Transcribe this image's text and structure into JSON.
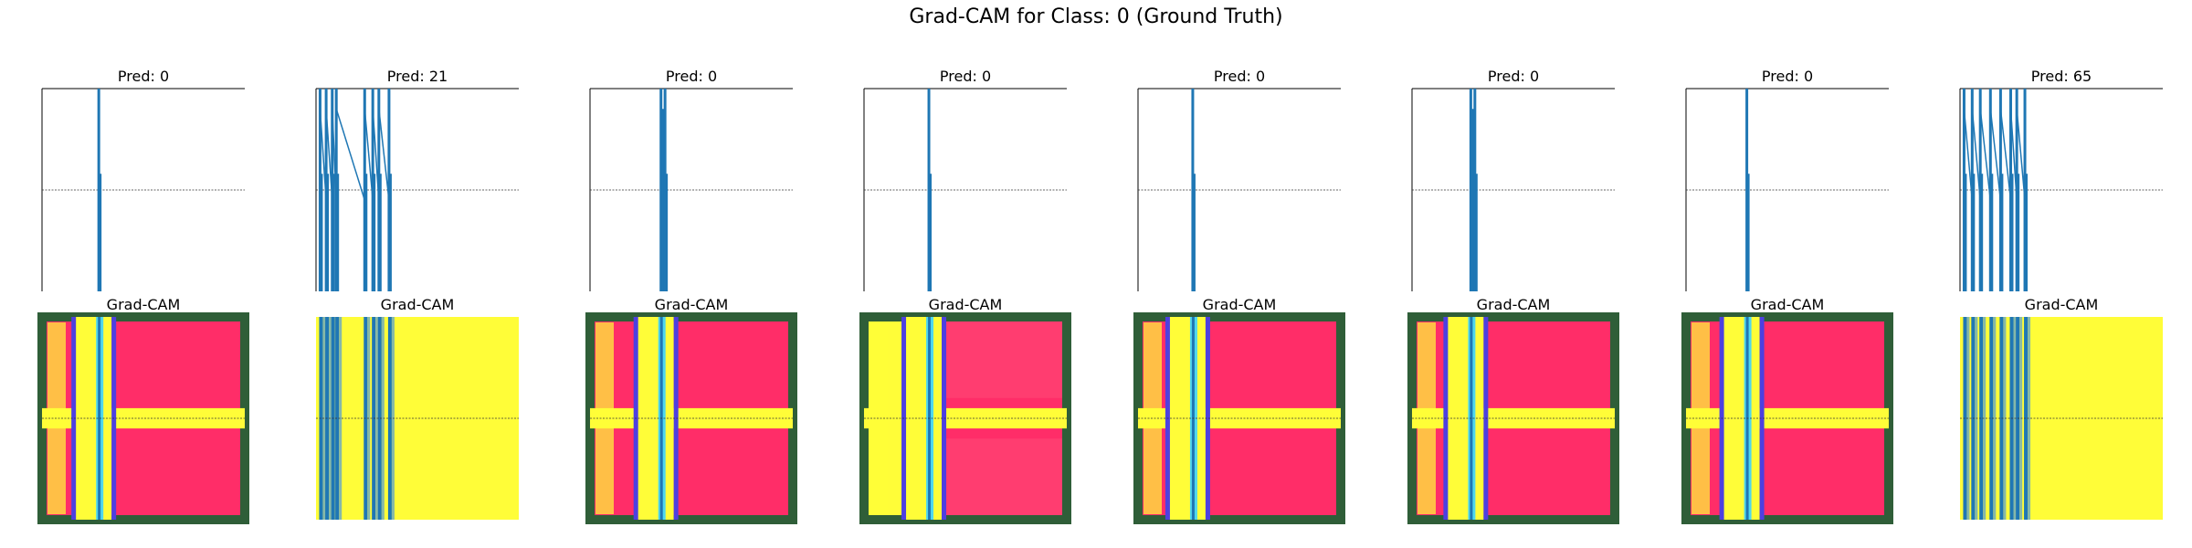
{
  "figure_title": "Grad-CAM for Class: 0 (Ground Truth)",
  "colors": {
    "signal": "#1f77b4",
    "cam_base": "#ff2d68",
    "cam_hot": "#fffd38",
    "cam_edge": "#2f5e38",
    "cam_mid": "#4d40e0",
    "cam_cyan": "#4fd7ee"
  },
  "chart_data": [
    {
      "type": "line",
      "title": "Pred: 0",
      "cam_title": "Grad-CAM",
      "vlines": [
        0.28
      ],
      "hline": 0.5,
      "variant": "red"
    },
    {
      "type": "line",
      "title": "Pred: 21",
      "cam_title": "Grad-CAM",
      "vlines": [
        0.02,
        0.05,
        0.08,
        0.1,
        0.24,
        0.28,
        0.31,
        0.36
      ],
      "hline": 0.5,
      "variant": "yellow"
    },
    {
      "type": "line",
      "title": "Pred: 0",
      "cam_title": "Grad-CAM",
      "vlines": [
        0.35,
        0.36,
        0.37
      ],
      "hline": 0.5,
      "variant": "red"
    },
    {
      "type": "line",
      "title": "Pred: 0",
      "cam_title": "Grad-CAM",
      "vlines": [
        0.32
      ],
      "hline": 0.5,
      "variant": "light"
    },
    {
      "type": "line",
      "title": "Pred: 0",
      "cam_title": "Grad-CAM",
      "vlines": [
        0.27
      ],
      "hline": 0.5,
      "variant": "red"
    },
    {
      "type": "line",
      "title": "Pred: 0",
      "cam_title": "Grad-CAM",
      "vlines": [
        0.29,
        0.3,
        0.31
      ],
      "hline": 0.5,
      "variant": "red"
    },
    {
      "type": "line",
      "title": "Pred: 0",
      "cam_title": "Grad-CAM",
      "vlines": [
        0.3
      ],
      "hline": 0.5,
      "variant": "red"
    },
    {
      "type": "line",
      "title": "Pred: 65",
      "cam_title": "Grad-CAM",
      "vlines": [
        0.02,
        0.06,
        0.1,
        0.15,
        0.2,
        0.25,
        0.28,
        0.32
      ],
      "hline": 0.5,
      "variant": "yellow"
    }
  ]
}
